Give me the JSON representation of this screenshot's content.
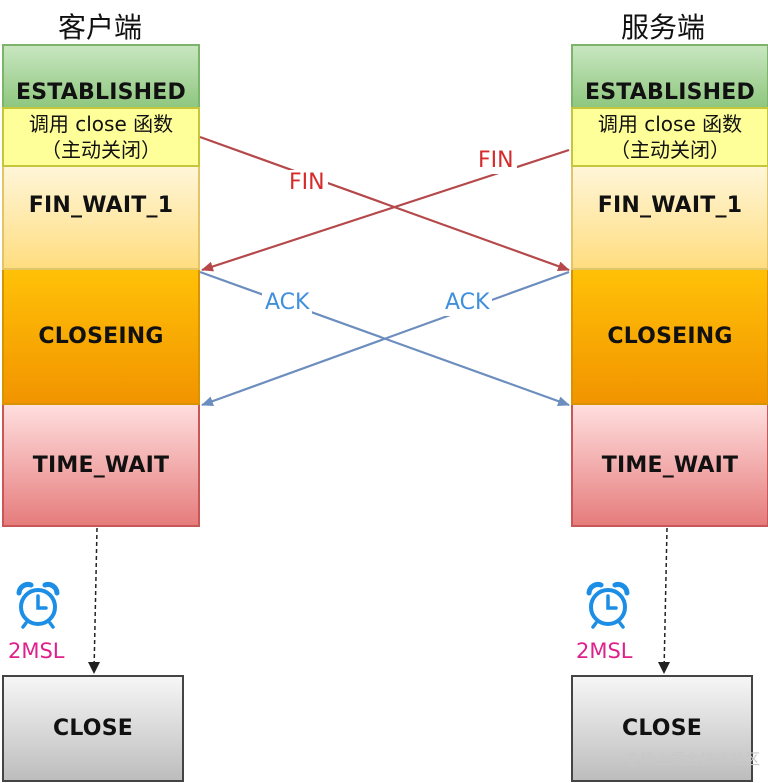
{
  "left": {
    "title": "客户端",
    "established": "ESTABLISHED",
    "call_line1": "调用 close 函数",
    "call_line2": "（主动关闭）",
    "fin_wait": "FIN_WAIT_1",
    "closing": "CLOSEING",
    "time_wait": "TIME_WAIT",
    "msl": "2MSL",
    "close": "CLOSE"
  },
  "right": {
    "title": "服务端",
    "established": "ESTABLISHED",
    "call_line1": "调用 close 函数",
    "call_line2": "（主动关闭）",
    "fin_wait": "FIN_WAIT_1",
    "closing": "CLOSEING",
    "time_wait": "TIME_WAIT",
    "msl": "2MSL",
    "close": "CLOSE"
  },
  "messages": {
    "fin_left_to_right": "FIN",
    "fin_right_to_left": "FIN",
    "ack_left_to_right": "ACK",
    "ack_right_to_left": "ACK"
  },
  "icons": {
    "timer": "alarm-clock-icon"
  },
  "colors": {
    "fin_arrow": "#b5484a",
    "ack_arrow": "#6c8ebf",
    "msl_text": "#e0208c"
  },
  "watermark": "@稀土掘金技术社区"
}
